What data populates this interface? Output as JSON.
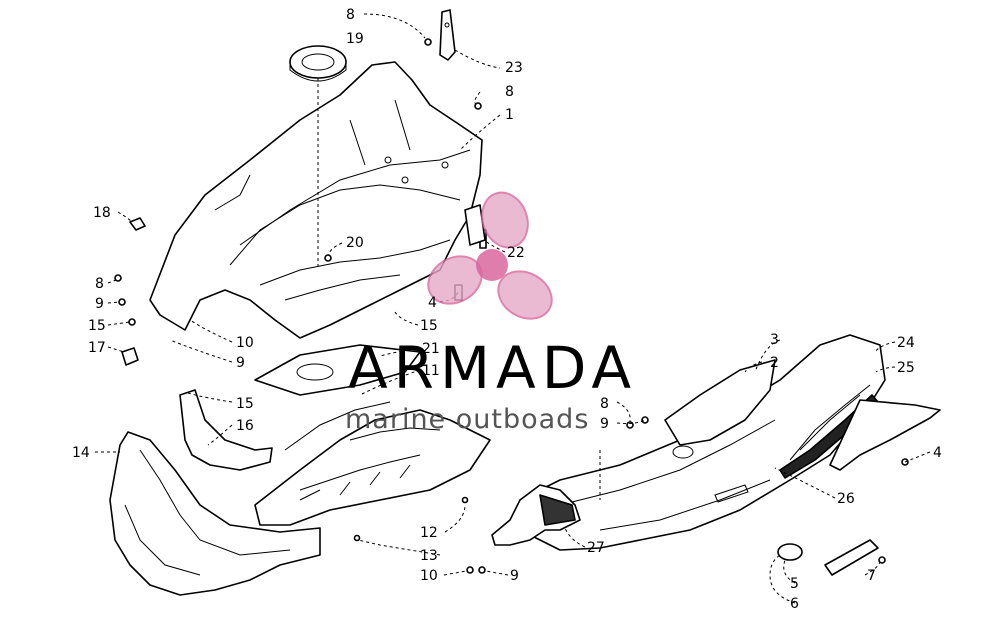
{
  "watermark": {
    "name": "ARMADA",
    "tagline": "marine outboads"
  },
  "callouts": [
    {
      "id": "c8a",
      "text": "8"
    },
    {
      "id": "c19",
      "text": "19"
    },
    {
      "id": "c23",
      "text": "23"
    },
    {
      "id": "c8b",
      "text": "8"
    },
    {
      "id": "c1",
      "text": "1"
    },
    {
      "id": "c18",
      "text": "18"
    },
    {
      "id": "c20",
      "text": "20"
    },
    {
      "id": "c22",
      "text": "22"
    },
    {
      "id": "c8c",
      "text": "8"
    },
    {
      "id": "c9a",
      "text": "9"
    },
    {
      "id": "c4a",
      "text": "4"
    },
    {
      "id": "c15a",
      "text": "15"
    },
    {
      "id": "c15b",
      "text": "15"
    },
    {
      "id": "c10a",
      "text": "10"
    },
    {
      "id": "c17",
      "text": "17"
    },
    {
      "id": "c9b",
      "text": "9"
    },
    {
      "id": "c21",
      "text": "21"
    },
    {
      "id": "c11",
      "text": "11"
    },
    {
      "id": "c3",
      "text": "3"
    },
    {
      "id": "c2",
      "text": "2"
    },
    {
      "id": "c24",
      "text": "24"
    },
    {
      "id": "c25",
      "text": "25"
    },
    {
      "id": "c15c",
      "text": "15"
    },
    {
      "id": "c16",
      "text": "16"
    },
    {
      "id": "c8d",
      "text": "8"
    },
    {
      "id": "c9c",
      "text": "9"
    },
    {
      "id": "c14",
      "text": "14"
    },
    {
      "id": "c4b",
      "text": "4"
    },
    {
      "id": "c26",
      "text": "26"
    },
    {
      "id": "c12",
      "text": "12"
    },
    {
      "id": "c13",
      "text": "13"
    },
    {
      "id": "c27",
      "text": "27"
    },
    {
      "id": "c10b",
      "text": "10"
    },
    {
      "id": "c9d",
      "text": "9"
    },
    {
      "id": "c5",
      "text": "5"
    },
    {
      "id": "c7",
      "text": "7"
    },
    {
      "id": "c6",
      "text": "6"
    }
  ]
}
